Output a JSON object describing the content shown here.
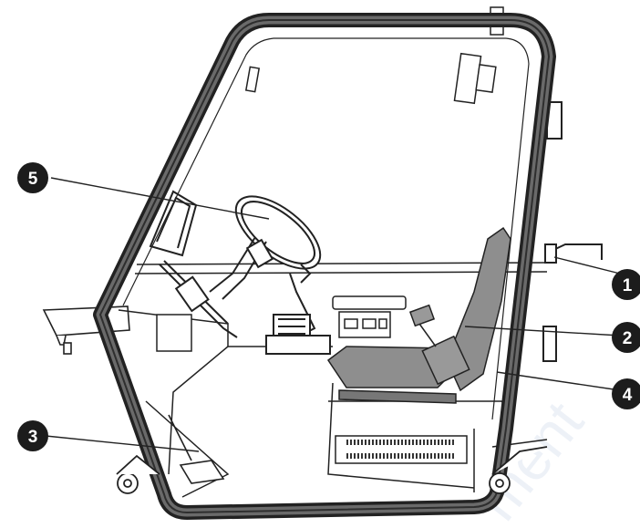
{
  "diagram": {
    "subject": "operator cab",
    "callouts": [
      {
        "id": "1",
        "label": "1"
      },
      {
        "id": "2",
        "label": "2"
      },
      {
        "id": "3",
        "label": "3"
      },
      {
        "id": "4",
        "label": "4"
      },
      {
        "id": "5",
        "label": "5"
      }
    ],
    "watermark": "ment"
  },
  "colors": {
    "frame": "#3a3a3a",
    "line": "#222222",
    "seat": "#8e8e8e",
    "callout_bg": "#1c1c1c",
    "callout_text": "#ffffff",
    "watermark": "#dfe6f2"
  }
}
